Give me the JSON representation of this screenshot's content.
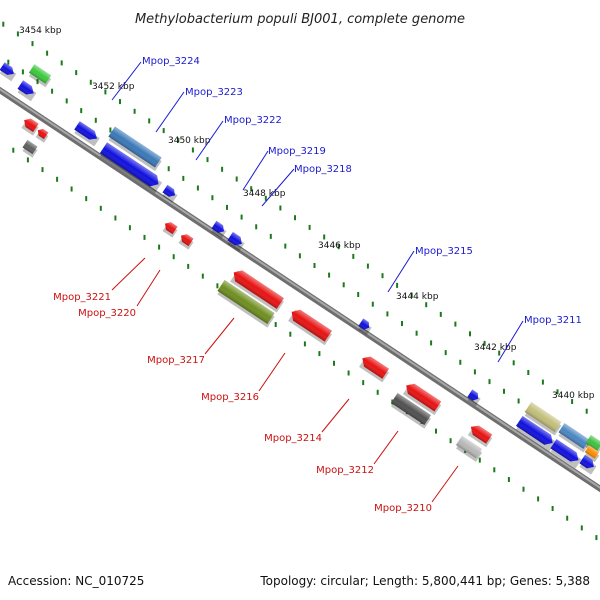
{
  "title": "Methylobacterium populi BJ001, complete genome",
  "footer": {
    "accession": "Accession: NC_010725",
    "summary": "Topology: circular; Length: 5,800,441 bp; Genes: 5,388"
  },
  "colors": {
    "backbone": "#8a8a8a",
    "dots": "#1c7a1c",
    "label_forward": "#1a1ad0",
    "label_reverse": "#cc1010"
  },
  "ticks": [
    "3454 kbp",
    "3452 kbp",
    "3450 kbp",
    "3448 kbp",
    "3446 kbp",
    "3444 kbp",
    "3442 kbp",
    "3440 kbp"
  ],
  "genes": [
    {
      "id": "Mpop_3224",
      "label": "Mpop_3224",
      "strand": "+"
    },
    {
      "id": "Mpop_3223",
      "label": "Mpop_3223",
      "strand": "+"
    },
    {
      "id": "Mpop_3222",
      "label": "Mpop_3222",
      "strand": "+"
    },
    {
      "id": "Mpop_3219",
      "label": "Mpop_3219",
      "strand": "+"
    },
    {
      "id": "Mpop_3218",
      "label": "Mpop_3218",
      "strand": "+"
    },
    {
      "id": "Mpop_3215",
      "label": "Mpop_3215",
      "strand": "+"
    },
    {
      "id": "Mpop_3211",
      "label": "Mpop_3211",
      "strand": "+"
    },
    {
      "id": "Mpop_3221",
      "label": "Mpop_3221",
      "strand": "-"
    },
    {
      "id": "Mpop_3220",
      "label": "Mpop_3220",
      "strand": "-"
    },
    {
      "id": "Mpop_3217",
      "label": "Mpop_3217",
      "strand": "-"
    },
    {
      "id": "Mpop_3216",
      "label": "Mpop_3216",
      "strand": "-"
    },
    {
      "id": "Mpop_3214",
      "label": "Mpop_3214",
      "strand": "-"
    },
    {
      "id": "Mpop_3212",
      "label": "Mpop_3212",
      "strand": "-"
    },
    {
      "id": "Mpop_3210",
      "label": "Mpop_3210",
      "strand": "-"
    }
  ]
}
